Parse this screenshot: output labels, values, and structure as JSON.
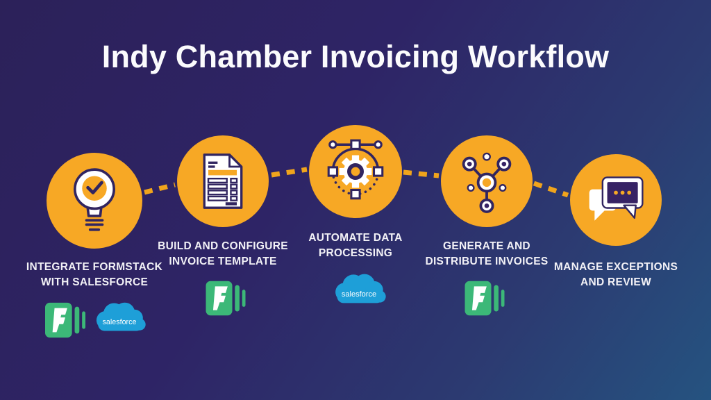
{
  "title": "Indy Chamber Invoicing Workflow",
  "colors": {
    "background_top": "#2c2159",
    "background_bottom_right": "#255380",
    "step_circle_yellow": "#f7a825",
    "connector_yellow": "#f0a41c",
    "icon_outline_purple": "#312560",
    "icon_fill_purple": "#372365",
    "label_text": "#f2f1f6",
    "formstack_green": "#3cb878",
    "salesforce_blue": "#1e9fd8"
  },
  "steps": [
    {
      "label_line1": "INTEGRATE FORMSTACK",
      "label_line2": "WITH SALESFORCE",
      "icon": "lightbulb-check-icon",
      "logos": [
        "formstack",
        "salesforce"
      ]
    },
    {
      "label_line1": "BUILD AND CONFIGURE",
      "label_line2": "INVOICE TEMPLATE",
      "icon": "invoice-document-icon",
      "logos": [
        "formstack"
      ]
    },
    {
      "label_line1": "AUTOMATE DATA",
      "label_line2": "PROCESSING",
      "icon": "gear-bezier-icon",
      "logos": [
        "salesforce"
      ]
    },
    {
      "label_line1": "GENERATE AND",
      "label_line2": "DISTRIBUTE INVOICES",
      "icon": "network-distribute-icon",
      "logos": [
        "formstack"
      ]
    },
    {
      "label_line1": "MANAGE EXCEPTIONS",
      "label_line2": "AND REVIEW",
      "icon": "chat-bubbles-icon",
      "logos": []
    }
  ],
  "logos": {
    "salesforce_text": "salesforce"
  }
}
